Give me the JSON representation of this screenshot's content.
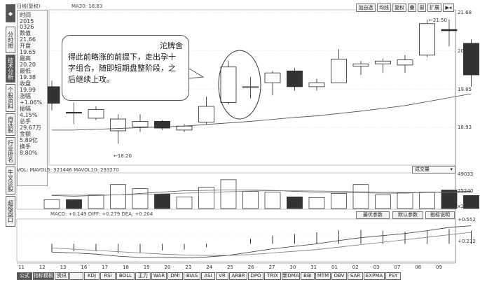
{
  "title_bar": {
    "period": "日线(复权)",
    "ma30": "MA30: 18.83"
  },
  "toolbar": [
    "加自选",
    "均线",
    "复权",
    "叠",
    "窗",
    "扩展"
  ],
  "left_tabs": [
    "分时图",
    "技术分析",
    "个股资料",
    "自选股",
    "行业排名",
    "牛叉诊股",
    "超级盘口"
  ],
  "info_panel": [
    {
      "label": "时间",
      "value": "2015"
    },
    {
      "label": "",
      "value": "0326"
    },
    {
      "label": "数值",
      "value": "21.66"
    },
    {
      "label": "开盘",
      "value": "19.65"
    },
    {
      "label": "最高",
      "value": "20.20"
    },
    {
      "label": "最低",
      "value": "19.38"
    },
    {
      "label": "收盘",
      "value": "19.99"
    },
    {
      "label": "涨幅",
      "value": "+1.06%"
    },
    {
      "label": "振幅",
      "value": "4.15%"
    },
    {
      "label": "总手",
      "value": "29.67万"
    },
    {
      "label": "金额",
      "value": "5.89亿"
    },
    {
      "label": "换手",
      "value": "8.80%"
    }
  ],
  "callout": {
    "title": "沱牌舍",
    "body": "得此前略涨的前提下，走出孕十字组合，随即短期盘整阶段，之后继续上攻。"
  },
  "price_axis": [
    "21.68",
    "20.77",
    "19.85",
    "18.93"
  ],
  "price_labels": {
    "high": "21.50",
    "low": "18.20"
  },
  "volume": {
    "header": "VOL: MAVOL5: 321446 MAVOL10: 293270",
    "select": "成交量",
    "axis": [
      "49033",
      "25240",
      "x10"
    ]
  },
  "macd": {
    "header": "MACD: +0.149 DIFF: +0.279 DEA: +0.204",
    "buttons": [
      "最优参数",
      "默认参数",
      "指标说明"
    ],
    "axis": [
      "+0.552",
      "+0.212"
    ]
  },
  "x_axis": [
    "11",
    "12",
    "13",
    "16",
    "17",
    "18",
    "19",
    "20",
    "23",
    "24",
    "25",
    "26",
    "27",
    "30",
    "31",
    "01",
    "02",
    "03",
    "07",
    "08",
    "09"
  ],
  "bottom_tabs": [
    "公式",
    "指标模板",
    "资讯",
    "",
    "KDJ",
    "RSI",
    "BOLL",
    "主力",
    "WAR",
    "DMI",
    "BIAS",
    "ASI",
    "VR",
    "ARBR",
    "DPO",
    "TRIX",
    "新DMA",
    "BBI",
    "MTM",
    "OBV",
    "SAR",
    "EXPMA",
    "PSY"
  ],
  "chart_data": {
    "type": "candlestick",
    "candles": [
      {
        "o": 19.8,
        "c": 19.38,
        "h": 19.95,
        "l": 19.2,
        "up": false
      },
      {
        "o": 19.15,
        "c": 19.15,
        "h": 19.4,
        "l": 18.85,
        "up": false
      },
      {
        "o": 19.22,
        "c": 19.0,
        "h": 19.3,
        "l": 18.95,
        "up": true
      },
      {
        "o": 18.98,
        "c": 18.68,
        "h": 19.1,
        "l": 18.35,
        "up": true
      },
      {
        "o": 18.92,
        "c": 18.78,
        "h": 19.1,
        "l": 18.65,
        "up": true
      },
      {
        "o": 18.92,
        "c": 18.75,
        "h": 18.95,
        "l": 18.7,
        "up": false
      },
      {
        "o": 18.8,
        "c": 18.7,
        "h": 18.85,
        "l": 18.65,
        "up": true
      },
      {
        "o": 19.3,
        "c": 18.9,
        "h": 19.55,
        "l": 18.85,
        "up": true
      },
      {
        "o": 20.3,
        "c": 19.4,
        "h": 20.45,
        "l": 19.35,
        "up": true
      },
      {
        "o": 19.8,
        "c": 19.8,
        "h": 20.05,
        "l": 19.5,
        "up": true
      },
      {
        "o": 20.15,
        "c": 19.9,
        "h": 20.2,
        "l": 19.58,
        "up": true
      },
      {
        "o": 20.2,
        "c": 19.8,
        "h": 20.28,
        "l": 19.7,
        "up": false
      },
      {
        "o": 19.9,
        "c": 19.8,
        "h": 20.0,
        "l": 19.7,
        "up": true
      },
      {
        "o": 20.5,
        "c": 19.9,
        "h": 20.75,
        "l": 19.9,
        "up": true
      },
      {
        "o": 20.38,
        "c": 20.32,
        "h": 20.45,
        "l": 20.1,
        "up": true
      },
      {
        "o": 20.45,
        "c": 20.38,
        "h": 20.52,
        "l": 20.15,
        "up": true
      },
      {
        "o": 20.48,
        "c": 20.35,
        "h": 20.6,
        "l": 20.15,
        "up": true
      },
      {
        "o": 21.4,
        "c": 20.6,
        "h": 21.5,
        "l": 20.55,
        "up": true
      },
      {
        "o": 21.25,
        "c": 21.22,
        "h": 21.5,
        "l": 20.82,
        "up": false
      },
      {
        "o": 20.9,
        "c": 20.1,
        "h": 21.0,
        "l": 19.8,
        "up": false
      }
    ],
    "ma": [
      18.7,
      18.7,
      18.72,
      18.74,
      18.76,
      18.78,
      18.8,
      18.84,
      18.88,
      18.92,
      18.97,
      19.02,
      19.06,
      19.12,
      19.18,
      19.25,
      19.32,
      19.42,
      19.52,
      19.62
    ],
    "volumes": [
      13000,
      13000,
      20000,
      35000,
      29000,
      21000,
      17000,
      31000,
      42000,
      25000,
      24000,
      17000,
      16000,
      22000,
      35000,
      20000,
      23000,
      24000,
      27000,
      19000
    ],
    "vol_ma5": [
      19000,
      18000,
      19000,
      20000,
      22000,
      24000,
      26000,
      26500,
      27000,
      27000,
      26500,
      25000,
      24000,
      23500,
      23000,
      22500,
      22500,
      23500,
      24500,
      25000
    ],
    "vol_ma10": [
      20000,
      19500,
      19500,
      20000,
      20500,
      21500,
      22500,
      23500,
      24500,
      25500,
      26000,
      26000,
      25500,
      25000,
      24500,
      24000,
      23500,
      23500,
      23500,
      23500
    ],
    "vol_up": [
      true,
      false,
      true,
      true,
      true,
      false,
      true,
      true,
      true,
      true,
      true,
      false,
      true,
      true,
      true,
      true,
      true,
      true,
      false,
      false
    ],
    "diff": [
      -0.2,
      -0.22,
      -0.25,
      -0.3,
      -0.33,
      -0.33,
      -0.34,
      -0.32,
      -0.28,
      -0.2,
      -0.12,
      -0.06,
      0.0,
      0.08,
      0.15,
      0.2,
      0.25,
      0.32,
      0.4,
      0.44
    ],
    "dea": [
      -0.1,
      -0.13,
      -0.16,
      -0.19,
      -0.22,
      -0.25,
      -0.27,
      -0.28,
      -0.28,
      -0.26,
      -0.22,
      -0.18,
      -0.14,
      -0.08,
      -0.02,
      0.04,
      0.1,
      0.16,
      0.22,
      0.28
    ]
  }
}
